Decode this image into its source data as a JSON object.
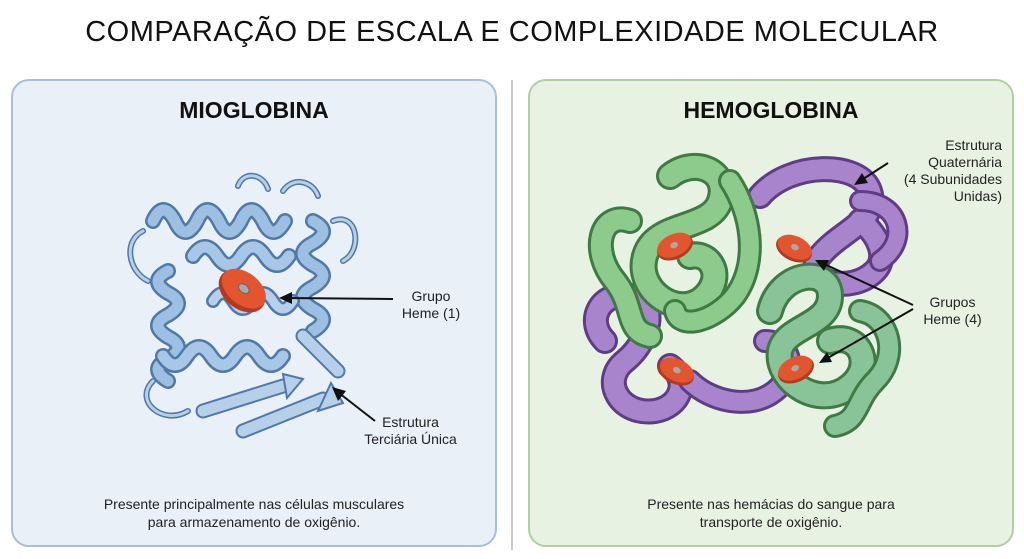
{
  "title": "COMPARAÇÃO DE ESCALA E COMPLEXIDADE MOLECULAR",
  "myoglobin": {
    "title": "MIOGLOBINA",
    "label_heme": [
      "Grupo",
      "Heme (1)"
    ],
    "label_structure": [
      "Estrutura",
      "Terciária Única"
    ],
    "caption": [
      "Presente principalmente nas células musculares",
      "para armazenamento de oxigênio."
    ]
  },
  "hemoglobin": {
    "title": "HEMOGLOBINA",
    "label_structure": [
      "Estrutura",
      "Quaternária",
      "(4 Subunidades",
      "Unidas)"
    ],
    "label_hemes": [
      "Grupos",
      "Heme (4)"
    ],
    "caption": [
      "Presente nas hemácias do sangue para",
      "transporte de oxigênio."
    ]
  },
  "colors": {
    "myoglobin_ribbon": "#8fb3d9",
    "hemoglobin_green": "#7fbf7f",
    "hemoglobin_purple": "#a07cc4",
    "heme": "#e2552f"
  }
}
